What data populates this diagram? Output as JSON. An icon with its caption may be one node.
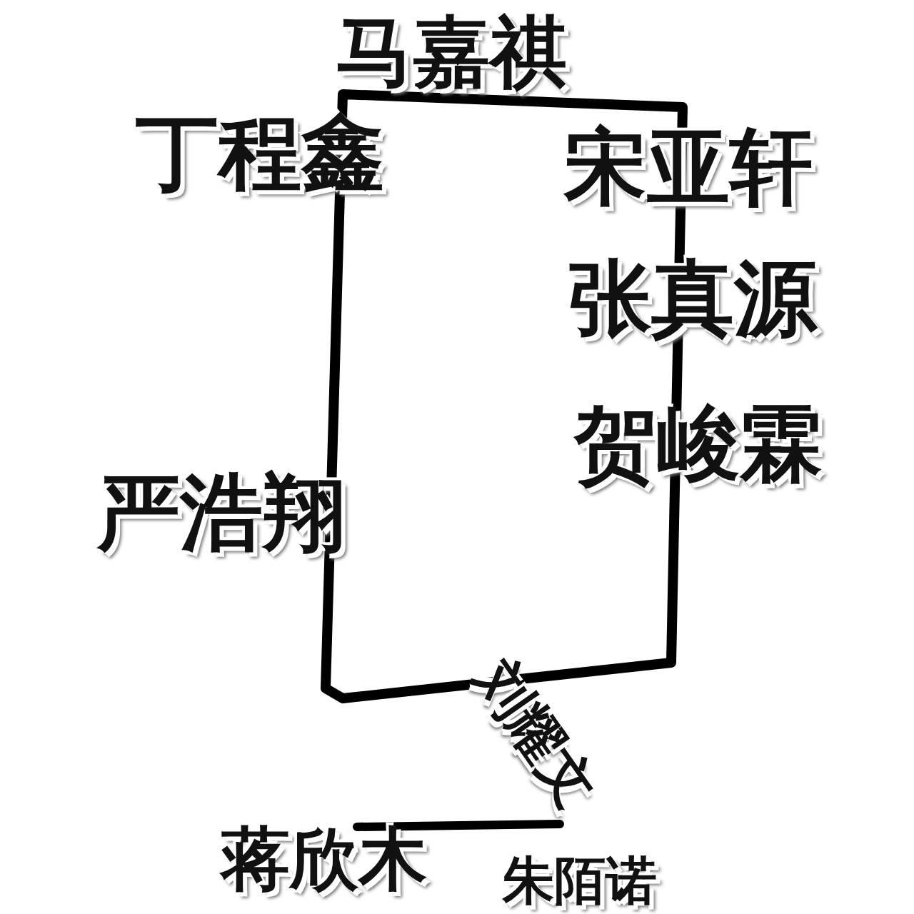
{
  "diagram": {
    "nodes": [
      {
        "text": [],
        "shape": "box"
      }
    ],
    "labels": [
      "马嘉祺",
      "丁程鑫",
      "宋亚轩",
      "张真源",
      "贺峻霖",
      "严浩翔",
      "刘耀文",
      "蒋欣木",
      "朱陌诺"
    ]
  }
}
